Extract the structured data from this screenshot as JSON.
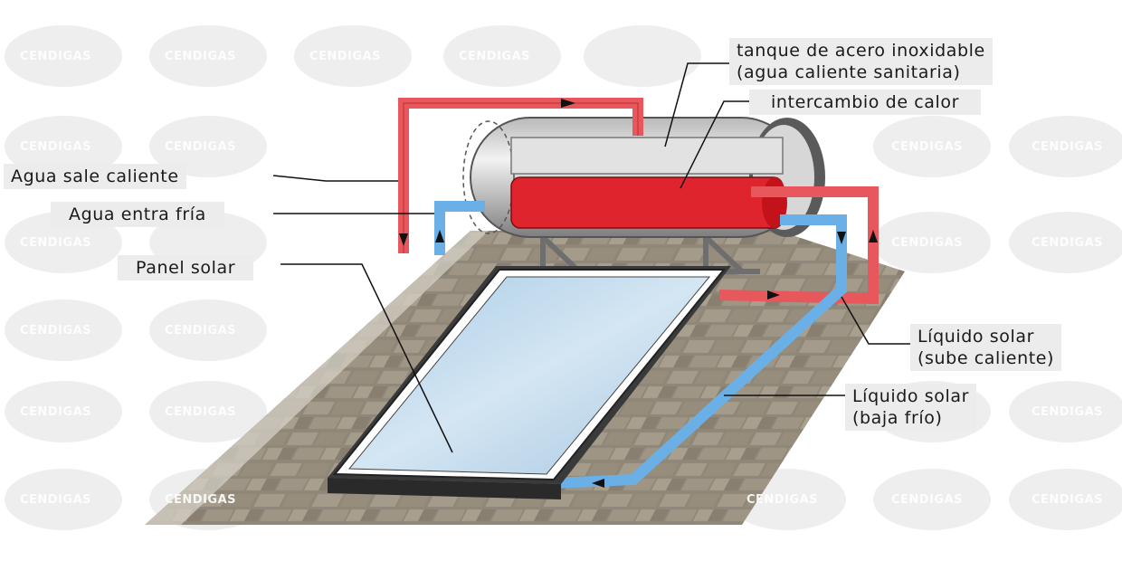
{
  "labels": {
    "tank": [
      "tanque de acero inoxidable",
      "(agua caliente sanitaria)"
    ],
    "heat_exchange": "intercambio de calor",
    "hot_out": "Agua sale caliente",
    "cold_in": "Agua entra fría",
    "panel": "Panel solar",
    "fluid_hot": [
      "Líquido solar",
      "(sube caliente)"
    ],
    "fluid_cold": [
      "Líquido solar",
      "(baja frío)"
    ]
  },
  "watermark": "CENDIGAS",
  "colors": {
    "hot_pipe": "#e8575b",
    "cold_pipe": "#6ab0e6",
    "tank_heat": "#e0242e",
    "panel_glass": "#b9d6ec",
    "roof_tile": "#928a7c",
    "label_bg": "#ececec"
  }
}
